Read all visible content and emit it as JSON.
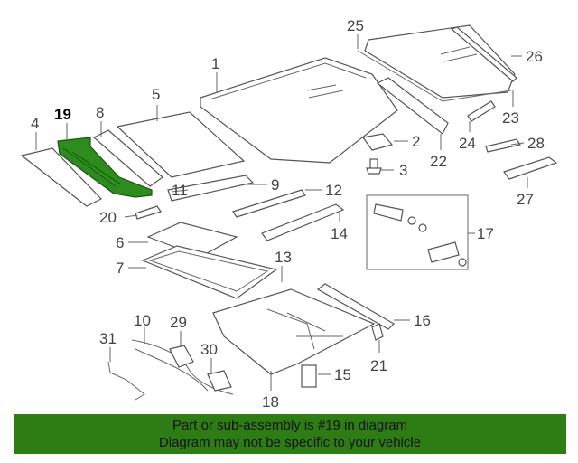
{
  "diagram": {
    "highlighted_part": "19",
    "callouts": [
      "1",
      "2",
      "3",
      "4",
      "5",
      "6",
      "7",
      "8",
      "9",
      "10",
      "11",
      "12",
      "13",
      "14",
      "15",
      "16",
      "17",
      "18",
      "19",
      "20",
      "21",
      "22",
      "23",
      "24",
      "25",
      "26",
      "27",
      "28",
      "29",
      "30",
      "31"
    ]
  },
  "colors": {
    "highlight": "#2e8b1e",
    "banner": "#2e7d14"
  },
  "banner": {
    "line1": "Part or sub-assembly is #19 in diagram",
    "line2": "Diagram may not be specific to your vehicle"
  }
}
